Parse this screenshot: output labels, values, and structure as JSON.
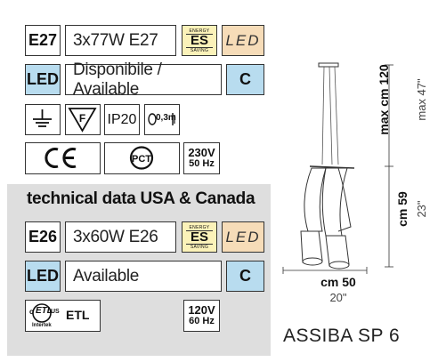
{
  "top_rows": {
    "row1": {
      "socket": "E27",
      "lamp": "3x77W E27",
      "energy_top": "ENERGY",
      "energy_mid": "ES",
      "energy_bot": "SAVING",
      "led": "LED"
    },
    "row2": {
      "led_label": "LED",
      "availability": "Disponibile / Available",
      "energy_class": "C"
    },
    "row3": {
      "ip": "IP20",
      "distance": "0,3m"
    },
    "row4": {
      "volt": "230V",
      "hz": "50 Hz"
    }
  },
  "usa": {
    "heading": "technical data USA & Canada",
    "row1": {
      "socket": "E26",
      "lamp": "3x60W E26",
      "energy_top": "ENERGY",
      "energy_mid": "ES",
      "energy_bot": "SAVING",
      "led": "LED"
    },
    "row2": {
      "led_label": "LED",
      "availability": "Available",
      "energy_class": "C"
    },
    "row3": {
      "etl": "ETL",
      "intertek": "Intertek",
      "c_mark": "c",
      "us_mark": "US",
      "volt": "120V",
      "hz": "60 Hz"
    }
  },
  "drawing": {
    "height_max_cm": "max cm 120",
    "height_max_in": "max 47\"",
    "body_cm": "cm 59",
    "body_in": "23\"",
    "width_cm": "cm 50",
    "width_in": "20\""
  },
  "product_name": "ASSIBA SP 6"
}
